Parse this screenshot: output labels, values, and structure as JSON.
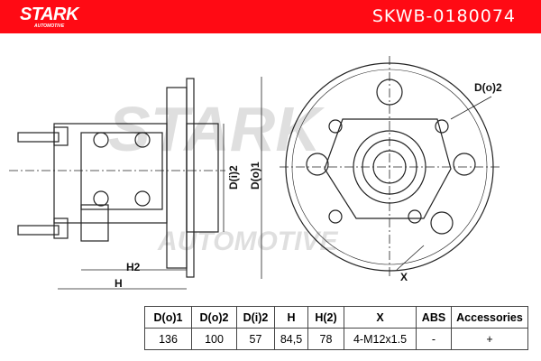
{
  "header": {
    "brand": "STARK",
    "brand_sub": "AUTOMOTIVE",
    "part_number": "SKWB-0180074",
    "color": "#ff0a14"
  },
  "drawing": {
    "labels": {
      "d_i2": "D(i)2",
      "d_o1": "D(o)1",
      "h2": "H2",
      "h": "H",
      "d_o2": "D(o)2",
      "x": "X"
    },
    "watermark": "STARK AUTOMOTIVE"
  },
  "table": {
    "headers": [
      "D(o)1",
      "D(o)2",
      "D(i)2",
      "H",
      "H(2)",
      "X",
      "ABS",
      "Accessories"
    ],
    "values": [
      "136",
      "100",
      "57",
      "84,5",
      "78",
      "4-M12x1.5",
      "-",
      "+"
    ]
  }
}
